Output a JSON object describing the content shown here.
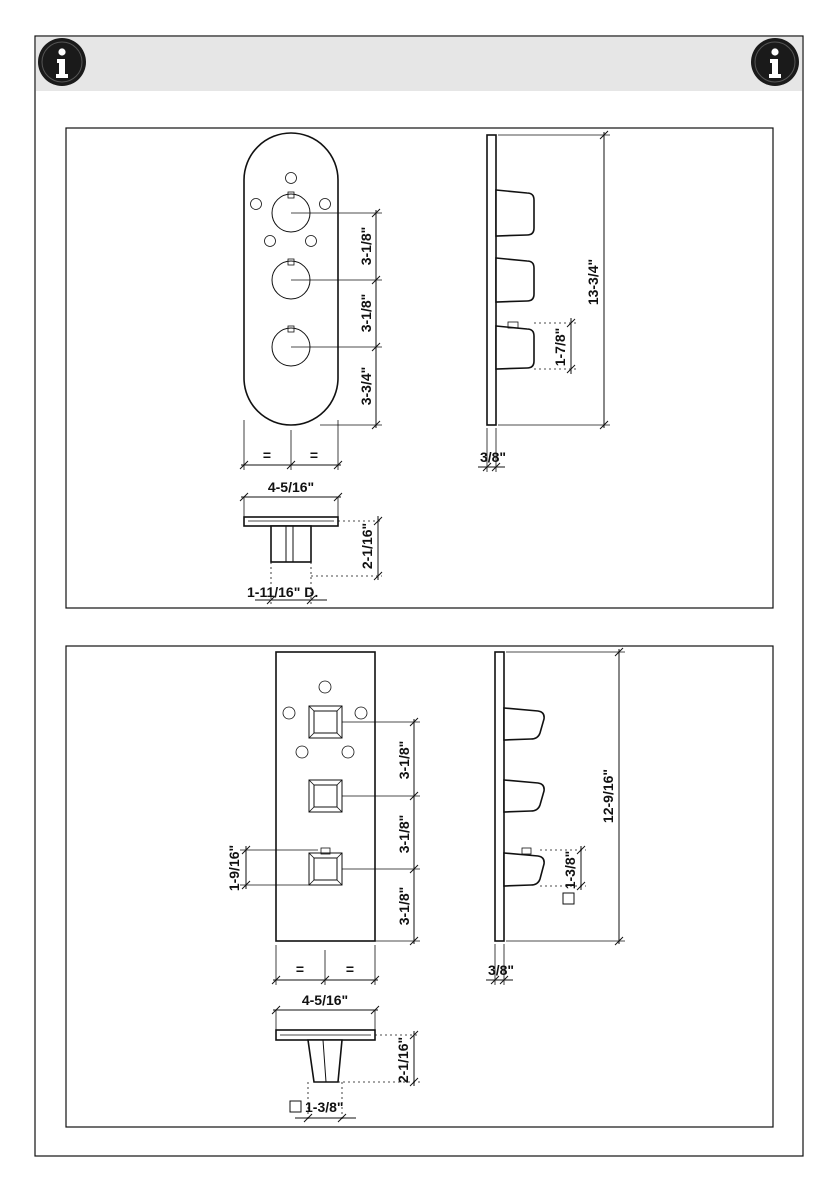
{
  "header": {
    "info_icon_left": "info-icon",
    "info_icon_right": "info-icon",
    "colors": {
      "bar": "#e6e6e6",
      "ink": "#111111"
    }
  },
  "panel_top": {
    "labels": {
      "spacing_1": "3-1/8\"",
      "spacing_2": "3-1/8\"",
      "spacing_3": "3-3/4\"",
      "total_height": "13-3/4\"",
      "handle_depth": "1-7/8\"",
      "plate_thickness": "3/8\"",
      "equal_left": "=",
      "equal_right": "=",
      "width": "4-5/16\"",
      "body_depth": "2-1/16\"",
      "knob_diameter": "1-11/16\" D."
    }
  },
  "panel_bottom": {
    "labels": {
      "spacing_1": "3-1/8\"",
      "spacing_2": "3-1/8\"",
      "spacing_3": "3-1/8\"",
      "handle_height": "1-9/16\"",
      "total_height": "12-9/16\"",
      "handle_depth": "1-3/8\"",
      "plate_thickness": "3/8\"",
      "equal_left": "=",
      "equal_right": "=",
      "width": "4-5/16\"",
      "body_depth": "2-1/16\"",
      "handle_square": "1-3/8\""
    }
  }
}
